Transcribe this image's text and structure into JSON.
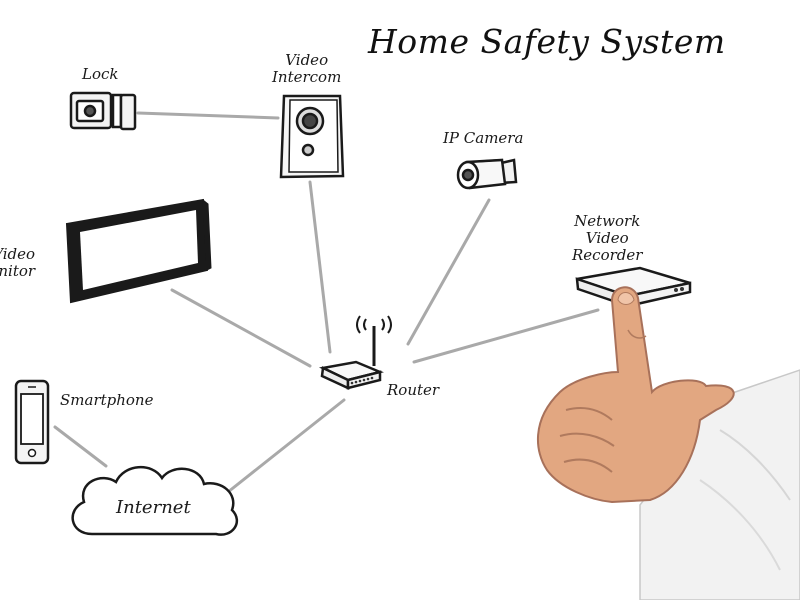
{
  "title": "Home Safety System",
  "labels": {
    "lock": "Lock",
    "video_intercom": [
      "Video",
      "Intercom"
    ],
    "ip_camera": "IP Camera",
    "video_monitor": [
      "Video",
      "Monitor"
    ],
    "network_video_recorder": [
      "Network",
      "Video",
      "Recorder"
    ],
    "router": "Router",
    "smartphone": "Smartphone",
    "internet": "Internet"
  },
  "colors": {
    "line": "#a9a9a9",
    "outline": "#1a1a1a",
    "skin": "#e2a781",
    "sleeve": "#f2f2f2"
  }
}
